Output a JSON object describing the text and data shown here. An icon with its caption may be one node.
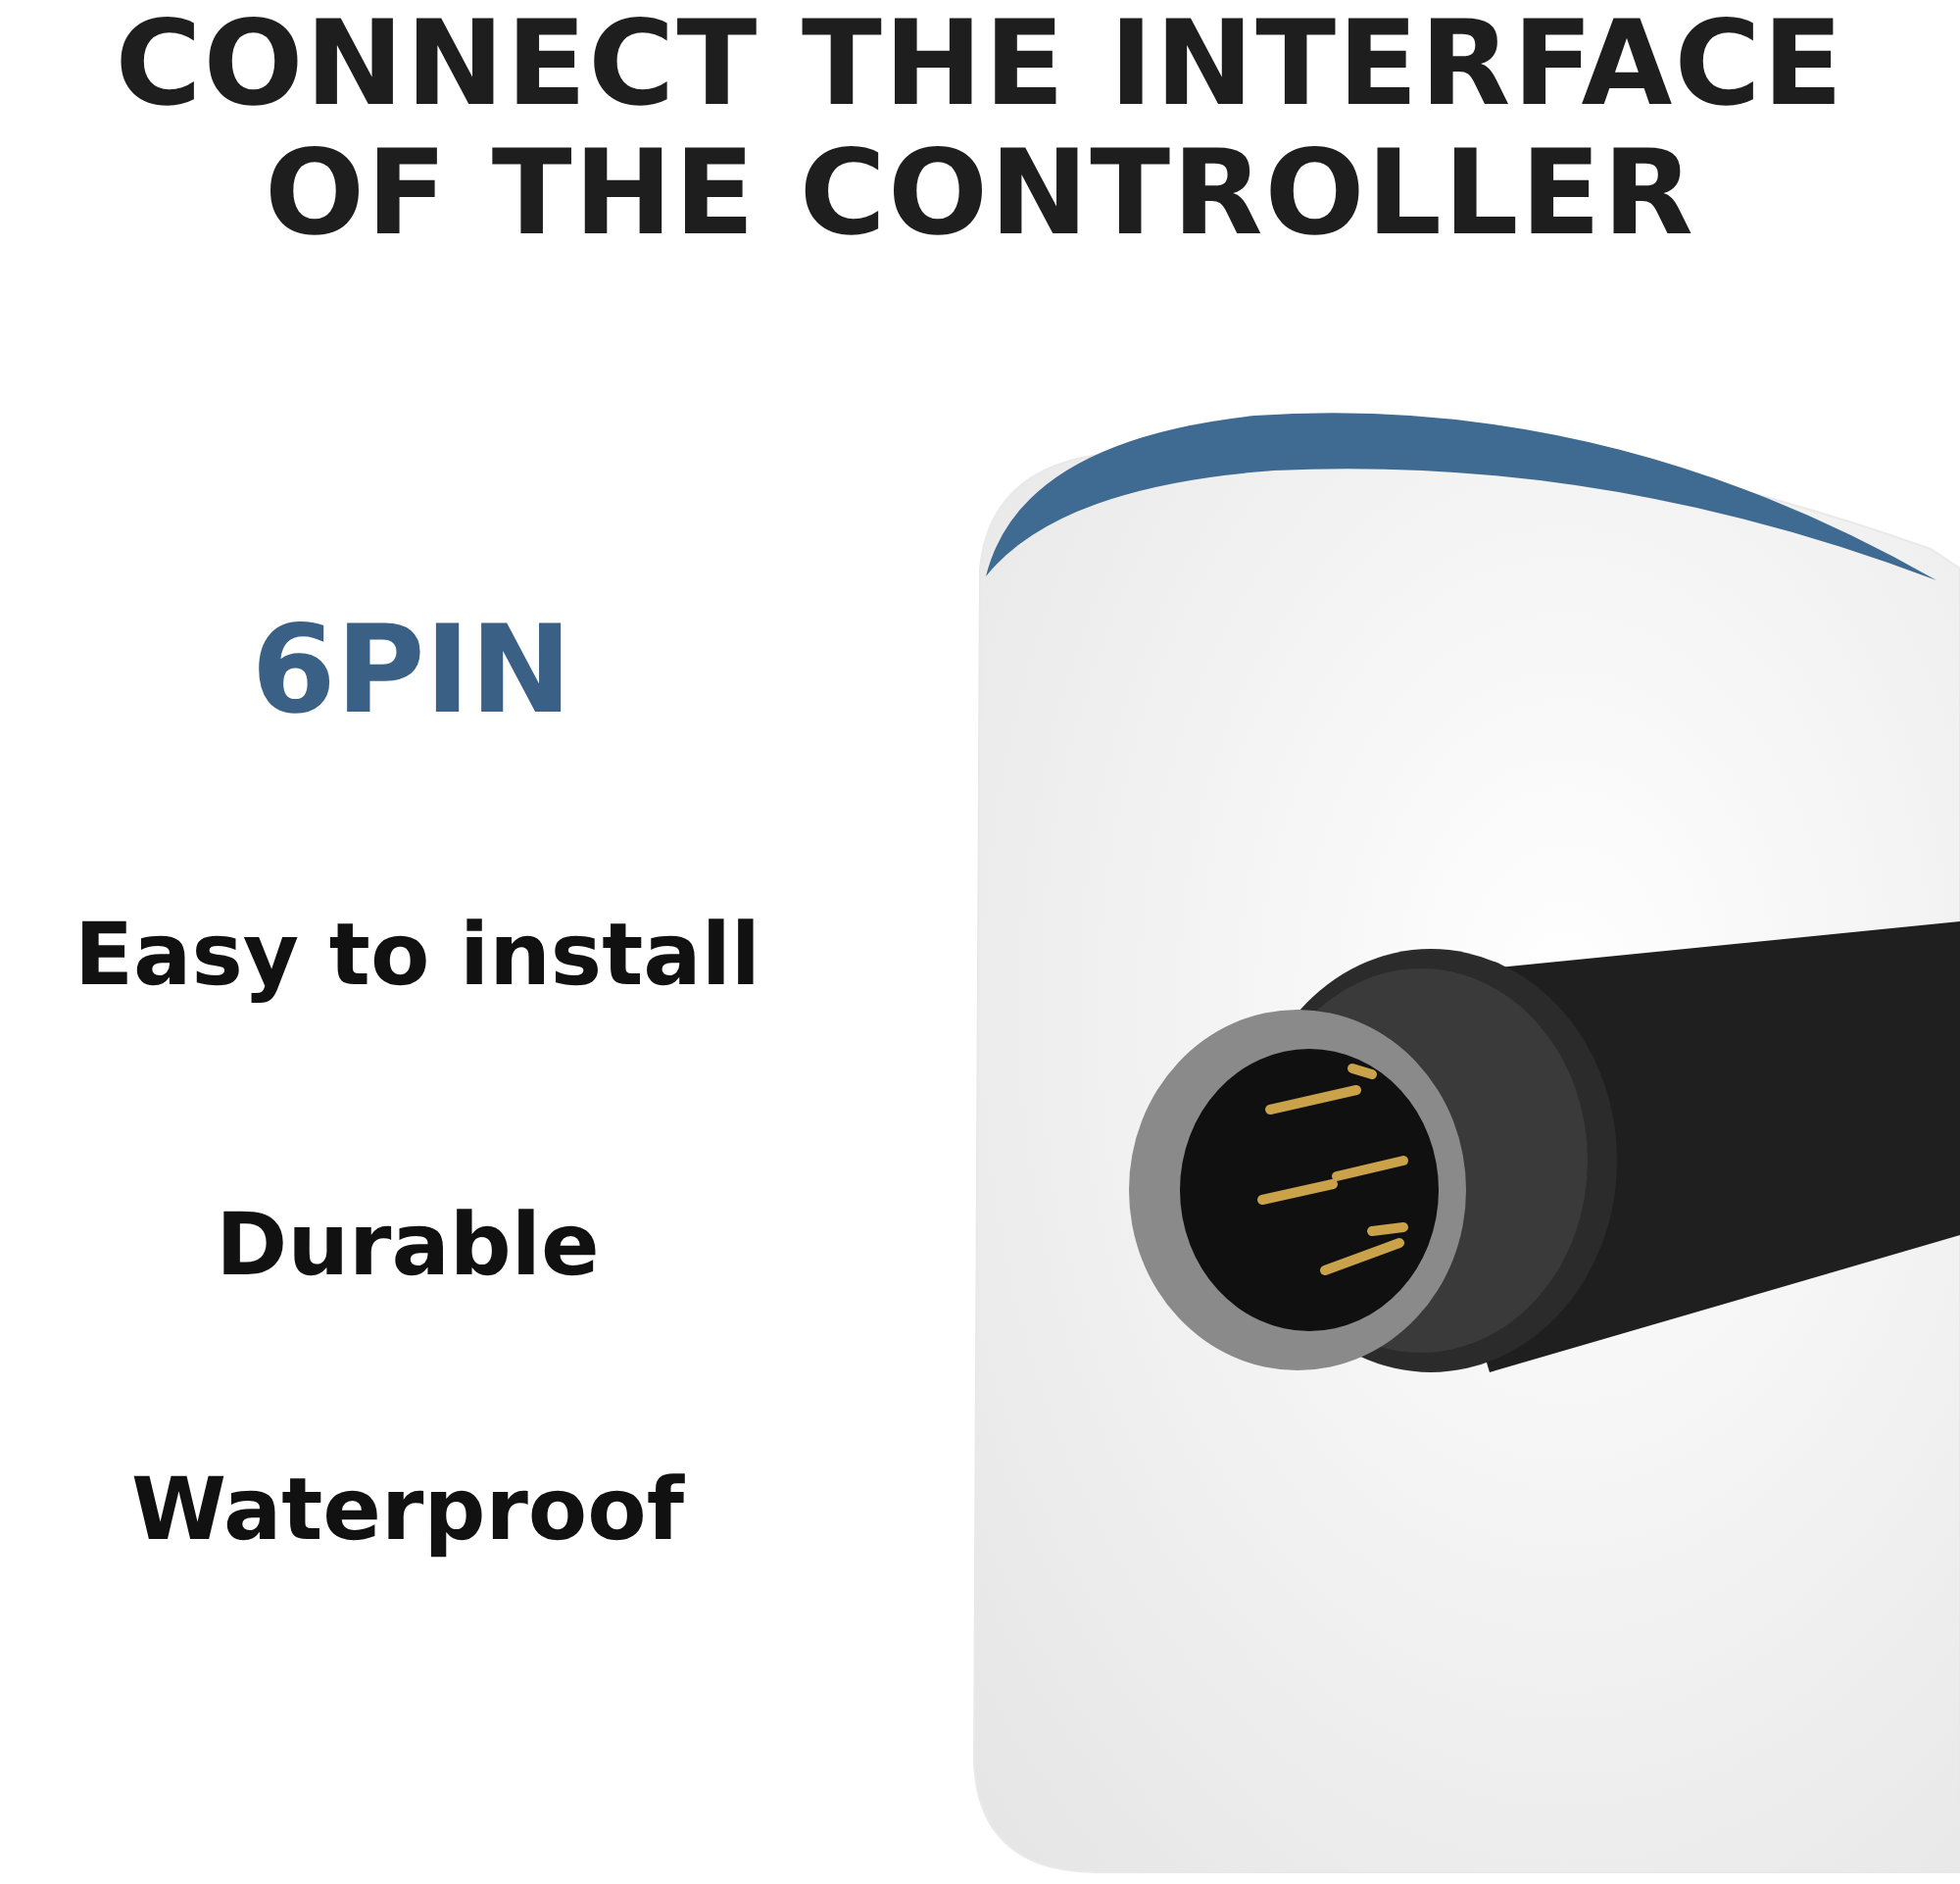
{
  "diagram": {
    "title": "CONNECT THE INTERFACE OF THE CONTROLLER",
    "labels": [
      "6PIN",
      "Easy to install",
      "Durable",
      "Waterproof"
    ]
  }
}
